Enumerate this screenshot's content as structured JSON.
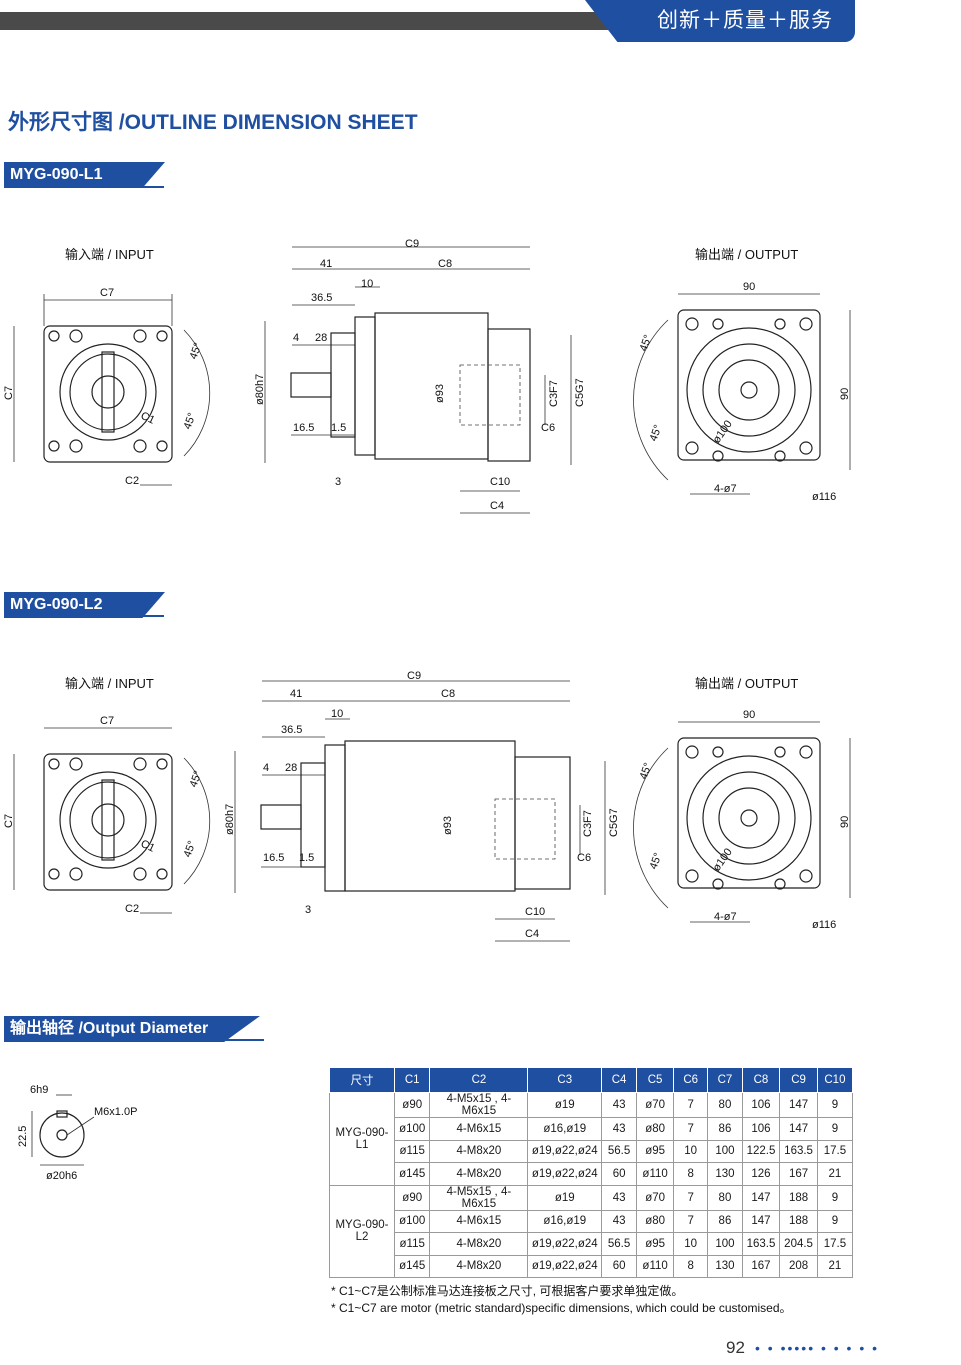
{
  "header": {
    "slogan": "创新＋质量＋服务"
  },
  "page_title": "外形尺寸图 /OUTLINE DIMENSION SHEET",
  "models": [
    {
      "tag": "MYG-090-L1",
      "input_label": "输入端 / INPUT",
      "output_label": "输出端 / OUTPUT"
    },
    {
      "tag": "MYG-090-L2",
      "input_label": "输入端 / INPUT",
      "output_label": "输出端 / OUTPUT"
    }
  ],
  "dims": {
    "c7": "C7",
    "c1": "C1",
    "c2": "C2",
    "c3": "C3F7",
    "c4": "C4",
    "c5": "C5G7",
    "c6": "C6",
    "c8": "C8",
    "c9": "C9",
    "c10": "C10",
    "a45": "45°",
    "d41": "41",
    "d36_5": "36.5",
    "d10": "10",
    "d4": "4",
    "d28": "28",
    "d16_5": "16.5",
    "d1_5": "1.5",
    "d3": "3",
    "d80": "ø80h7",
    "d93": "ø93",
    "d90": "90",
    "d100": "ø100",
    "d7": "4-ø7",
    "d116": "ø116"
  },
  "output_diameter": {
    "tag": "输出轴径 /Output Diameter",
    "key": "6h9",
    "thread": "M6x1.0P",
    "height": "22.5",
    "dia": "ø20h6"
  },
  "table": {
    "headers": [
      "尺寸",
      "C1",
      "C2",
      "C3",
      "C4",
      "C5",
      "C6",
      "C7",
      "C8",
      "C9",
      "C10"
    ],
    "groups": [
      {
        "model": "MYG-090-L1",
        "rows": [
          [
            "ø90",
            "4-M5x15 , 4-M6x15",
            "ø19",
            "43",
            "ø70",
            "7",
            "80",
            "106",
            "147",
            "9"
          ],
          [
            "ø100",
            "4-M6x15",
            "ø16,ø19",
            "43",
            "ø80",
            "7",
            "86",
            "106",
            "147",
            "9"
          ],
          [
            "ø115",
            "4-M8x20",
            "ø19,ø22,ø24",
            "56.5",
            "ø95",
            "10",
            "100",
            "122.5",
            "163.5",
            "17.5"
          ],
          [
            "ø145",
            "4-M8x20",
            "ø19,ø22,ø24",
            "60",
            "ø110",
            "8",
            "130",
            "126",
            "167",
            "21"
          ]
        ]
      },
      {
        "model": "MYG-090-L2",
        "rows": [
          [
            "ø90",
            "4-M5x15 , 4-M6x15",
            "ø19",
            "43",
            "ø70",
            "7",
            "80",
            "147",
            "188",
            "9"
          ],
          [
            "ø100",
            "4-M6x15",
            "ø16,ø19",
            "43",
            "ø80",
            "7",
            "86",
            "147",
            "188",
            "9"
          ],
          [
            "ø115",
            "4-M8x20",
            "ø19,ø22,ø24",
            "56.5",
            "ø95",
            "10",
            "100",
            "163.5",
            "204.5",
            "17.5"
          ],
          [
            "ø145",
            "4-M8x20",
            "ø19,ø22,ø24",
            "60",
            "ø110",
            "8",
            "130",
            "167",
            "208",
            "21"
          ]
        ]
      }
    ]
  },
  "notes": {
    "cn": "* C1~C7是公制标准马达连接板之尺寸, 可根据客户要求单独定做。",
    "en": "* C1~C7 are motor (metric standard)specific dimensions, which could be customised。"
  },
  "footer": {
    "page": "92",
    "dots": "• • ••••• • • • • •"
  },
  "colors": {
    "brand_blue": "#1f4fa0",
    "bar_gray": "#4a4a4a"
  }
}
